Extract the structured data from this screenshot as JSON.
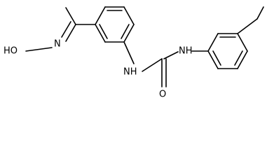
{
  "molecule": {
    "labels": {
      "hydroxy": "HO",
      "oxime_n": "N",
      "amide_nh_1": "NH",
      "amide_nh_2": "NH",
      "carbonyl_o": "O"
    }
  }
}
